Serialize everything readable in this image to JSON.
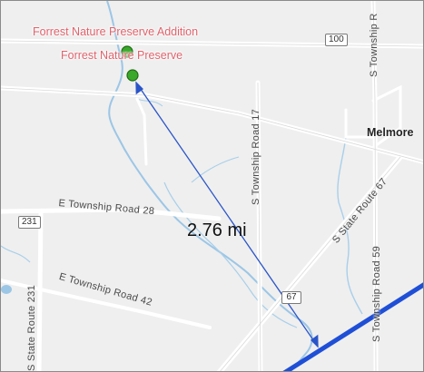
{
  "map": {
    "points_of_interest": [
      {
        "label": "Forrest Nature Preserve Addition",
        "marker": "green-circle"
      },
      {
        "label": "Forrest Nature Preserve",
        "marker": "green-circle"
      }
    ],
    "roads": {
      "township_rd_28": "E Township Road 28",
      "township_rd_42": "E Township Road 42",
      "township_rd_17": "S Township Road 17",
      "township_rd_59": "S Township Road 59",
      "township_rd_north": "S Township R",
      "state_route_67": "S State Route 67",
      "state_route_231": "S State Route 231"
    },
    "shields": {
      "route_100": "100",
      "route_231": "231",
      "route_67": "67"
    },
    "city": "Melmore",
    "measurement": {
      "distance_label": "2.76 mi"
    },
    "colors": {
      "poi_label": "#e0626b",
      "marker_fill": "#3aa82a",
      "measure_line": "#2a55c8",
      "route_line": "#1f4fd6",
      "water": "#9cc6e6"
    }
  }
}
